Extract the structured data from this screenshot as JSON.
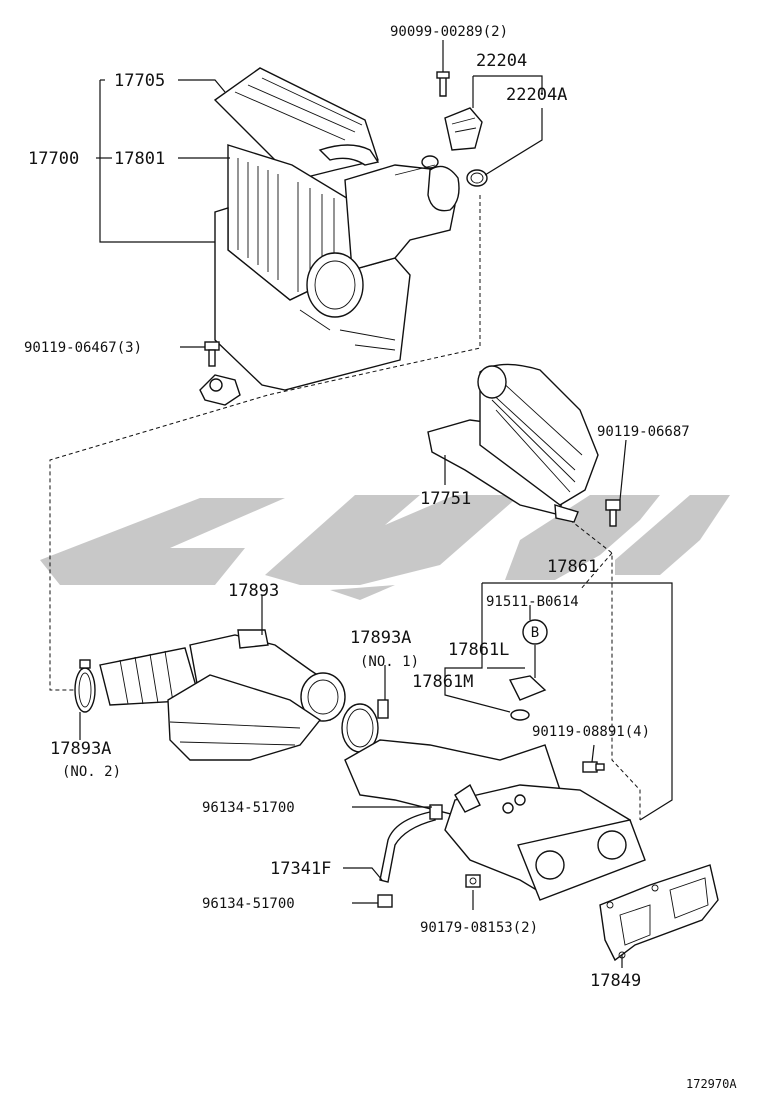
{
  "diagram": {
    "figure_code": "172970A",
    "watermark_color": "#c8c8c8",
    "parts": {
      "p17705": "17705",
      "p17700": "17700",
      "p17801": "17801",
      "p90099": "90099-00289(2)",
      "p22204": "22204",
      "p22204A": "22204A",
      "p90119_06467": "90119-06467(3)",
      "p90119_06687": "90119-06687",
      "p17751": "17751",
      "p17861": "17861",
      "p91511": "91511-B0614",
      "p17861L": "17861L",
      "p17861M": "17861M",
      "p17893": "17893",
      "p17893A_no1": "17893A",
      "p17893A_no1_note": "(NO. 1)",
      "p17893A_no2": "17893A",
      "p17893A_no2_note": "(NO. 2)",
      "p90119_08891": "90119-08891(4)",
      "p96134_a": "96134-51700",
      "p17341F": "17341F",
      "p96134_b": "96134-51700",
      "p90179": "90179-08153(2)",
      "p17849": "17849",
      "marker_b": "B"
    }
  }
}
